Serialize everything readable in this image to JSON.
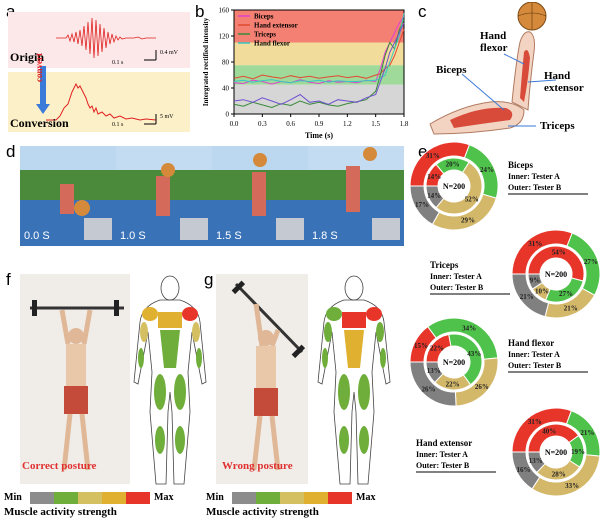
{
  "panels": {
    "a": "a",
    "b": "b",
    "c": "c",
    "d": "d",
    "e": "e",
    "f": "f",
    "g": "g"
  },
  "panel_a": {
    "origin_label": "Origin",
    "conversion_label": "Conversion",
    "convert_label": "convert",
    "scale_top_time": "0.1 s",
    "scale_top_volt": "0.4 mV",
    "scale_bottom_time": "0.1 s",
    "scale_bottom_volt": "5 mV"
  },
  "chart_data": {
    "type": "line",
    "ylabel": "Intergrated rectified intensity",
    "xlabel": "Time (s)",
    "xlim": [
      0,
      1.8
    ],
    "ylim": [
      0,
      160
    ],
    "x_ticks": [
      "0.0",
      "0.3",
      "0.6",
      "0.9",
      "1.2",
      "1.5",
      "1.8"
    ],
    "y_ticks": [
      "0",
      "40",
      "80",
      "120",
      "160"
    ],
    "bands": [
      {
        "from": 110,
        "to": 160,
        "color": "#f26a5a"
      },
      {
        "from": 75,
        "to": 110,
        "color": "#f0d68a"
      },
      {
        "from": 45,
        "to": 75,
        "color": "#8fd48a"
      },
      {
        "from": 0,
        "to": 45,
        "color": "#cfcfcf"
      }
    ],
    "series": [
      {
        "name": "Biceps",
        "color": "#e040d0",
        "x": [
          0,
          0.1,
          0.2,
          0.3,
          0.4,
          0.5,
          0.6,
          0.7,
          0.8,
          0.9,
          1.0,
          1.1,
          1.2,
          1.3,
          1.4,
          1.5,
          1.55,
          1.6,
          1.65,
          1.7,
          1.75,
          1.8
        ],
        "y": [
          48,
          47,
          52,
          50,
          46,
          50,
          48,
          53,
          49,
          47,
          51,
          49,
          50,
          48,
          52,
          50,
          70,
          95,
          110,
          125,
          140,
          150
        ]
      },
      {
        "name": "Hand extensor",
        "color": "#e04a30",
        "x": [
          0,
          0.1,
          0.2,
          0.3,
          0.4,
          0.5,
          0.6,
          0.7,
          0.8,
          0.9,
          1.0,
          1.1,
          1.2,
          1.3,
          1.4,
          1.5,
          1.55,
          1.6,
          1.65,
          1.7,
          1.75,
          1.8
        ],
        "y": [
          55,
          58,
          54,
          60,
          57,
          55,
          59,
          56,
          58,
          55,
          57,
          59,
          56,
          58,
          55,
          60,
          62,
          70,
          75,
          90,
          110,
          130
        ]
      },
      {
        "name": "Triceps",
        "color": "#3a8a3a",
        "x": [
          0,
          0.1,
          0.2,
          0.3,
          0.4,
          0.5,
          0.6,
          0.7,
          0.8,
          0.9,
          1.0,
          1.1,
          1.2,
          1.3,
          1.4,
          1.5,
          1.55,
          1.6,
          1.65,
          1.7,
          1.75,
          1.8
        ],
        "y": [
          15,
          12,
          18,
          14,
          10,
          16,
          13,
          20,
          15,
          18,
          14,
          12,
          16,
          19,
          22,
          35,
          60,
          90,
          110,
          100,
          130,
          145
        ]
      },
      {
        "name": "Hand flexor",
        "color": "#38c8c0",
        "x": [
          0,
          0.1,
          0.2,
          0.3,
          0.4,
          0.5,
          0.6,
          0.7,
          0.8,
          0.9,
          1.0,
          1.1,
          1.2,
          1.3,
          1.4,
          1.5,
          1.55,
          1.6,
          1.65,
          1.7,
          1.75,
          1.8
        ],
        "y": [
          50,
          52,
          49,
          51,
          53,
          50,
          48,
          51,
          50,
          52,
          49,
          51,
          50,
          50,
          51,
          52,
          55,
          60,
          80,
          100,
          120,
          155
        ]
      },
      {
        "name": "",
        "color": "#7050d0",
        "x": [
          0,
          0.1,
          0.2,
          0.3,
          0.4,
          0.5,
          0.6,
          0.7,
          0.8,
          0.9,
          1.0,
          1.1,
          1.2,
          1.3,
          1.4,
          1.5,
          1.55,
          1.6,
          1.65,
          1.7,
          1.75,
          1.8
        ],
        "y": [
          20,
          22,
          18,
          25,
          20,
          15,
          22,
          30,
          18,
          20,
          15,
          22,
          20,
          18,
          25,
          30,
          50,
          70,
          95,
          110,
          125,
          140
        ]
      }
    ]
  },
  "panel_c": {
    "hand_flexor": "Hand\nflexor",
    "biceps": "Biceps",
    "hand_extensor": "Hand\nextensor",
    "triceps": "Triceps"
  },
  "panel_d": {
    "times": [
      "0.0 S",
      "1.0 S",
      "1.5 S",
      "1.8 S"
    ]
  },
  "panel_e": {
    "n_label": "N=200",
    "colors": {
      "max": "#e8352a",
      "high": "#d4b86a",
      "mid": "#4ec24a",
      "low": "#808080"
    },
    "donuts": [
      {
        "title": "Biceps",
        "inner_label": "Inner:  Tester A",
        "outer_label": "Outer:  Tester B",
        "inner": [
          14,
          20,
          52,
          14
        ],
        "inner_labels": [
          "14%",
          "20%",
          "52%",
          "14%"
        ],
        "outer": [
          31,
          24,
          29,
          17
        ],
        "outer_labels": [
          "31%",
          "24%",
          "29%",
          "17%"
        ]
      },
      {
        "title": "Triceps",
        "inner_label": "Inner:  Tester A",
        "outer_label": "Outer:  Tester B",
        "inner": [
          54,
          27,
          10,
          9
        ],
        "inner_labels": [
          "54%",
          "27%",
          "10%",
          "9%"
        ],
        "outer": [
          31,
          27,
          21,
          21
        ],
        "outer_labels": [
          "31%",
          "27%",
          "21%",
          "21%"
        ]
      },
      {
        "title": "Hand flexor",
        "inner_label": "Inner:  Tester A",
        "outer_label": "Outer:  Tester B",
        "inner": [
          22,
          43,
          22,
          13
        ],
        "inner_labels": [
          "22%",
          "43%",
          "22%",
          "13%"
        ],
        "outer": [
          15,
          34,
          26,
          26
        ],
        "outer_labels": [
          "15%",
          "34%",
          "26%",
          "26%"
        ]
      },
      {
        "title": "Hand extensor",
        "inner_label": "Inner:  Tester A",
        "outer_label": "Outer:  Tester B",
        "inner": [
          40,
          19,
          28,
          13
        ],
        "inner_labels": [
          "40%",
          "19%",
          "28%",
          "13%"
        ],
        "outer": [
          31,
          21,
          33,
          16
        ],
        "outer_labels": [
          "31%",
          "21%",
          "33%",
          "16%"
        ]
      }
    ]
  },
  "panel_f": {
    "posture": "Correct posture",
    "min": "Min",
    "max": "Max",
    "strength": "Muscle activity strength"
  },
  "panel_g": {
    "posture": "Wrong posture",
    "min": "Min",
    "max": "Max",
    "strength": "Muscle activity strength"
  },
  "scale_colors": [
    "#8c8c8c",
    "#6fae3a",
    "#d4c060",
    "#e0b030",
    "#e8352a"
  ]
}
